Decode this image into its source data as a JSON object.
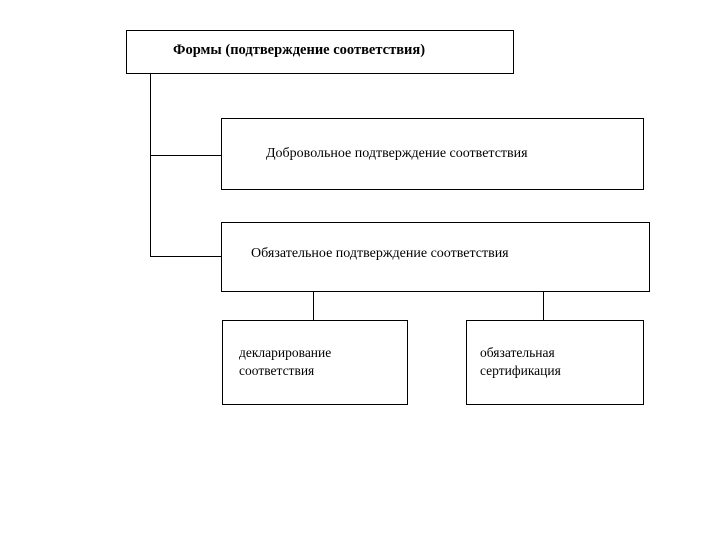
{
  "diagram": {
    "title": "Формы (подтверждение соответствия)",
    "background_color": "#ffffff",
    "line_color": "#000000",
    "text_color": "#000000",
    "nodes": {
      "root": {
        "label": "Формы (подтверждение соответствия)"
      },
      "voluntary": {
        "label": "Добровольное подтверждение соответствия"
      },
      "mandatory": {
        "label": "Обязательное подтверждение соответствия"
      },
      "declaration": {
        "label": "декларирование\nсоответствия"
      },
      "certification": {
        "label": "обязательная\nсертификация"
      }
    }
  }
}
